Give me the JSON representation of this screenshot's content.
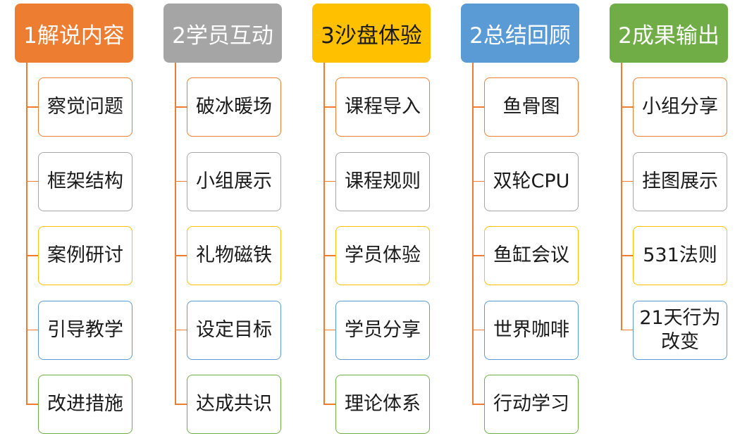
{
  "columns": [
    {
      "title": "1解说内容",
      "header_color": "#ED7D31",
      "line_color": "#ED7D31",
      "items": [
        {
          "label": "察觉问题",
          "border": "#ED7D31"
        },
        {
          "label": "框架结构",
          "border": "#A5A5A5"
        },
        {
          "label": "案例研讨",
          "border": "#FFC000"
        },
        {
          "label": "引导教学",
          "border": "#5B9BD5"
        },
        {
          "label": "改进措施",
          "border": "#70AD47"
        }
      ]
    },
    {
      "title": "2学员互动",
      "header_color": "#A5A5A5",
      "line_color": "#ED7D31",
      "items": [
        {
          "label": "破冰暖场",
          "border": "#ED7D31"
        },
        {
          "label": "小组展示",
          "border": "#A5A5A5"
        },
        {
          "label": "礼物磁铁",
          "border": "#FFC000"
        },
        {
          "label": "设定目标",
          "border": "#5B9BD5"
        },
        {
          "label": "达成共识",
          "border": "#70AD47"
        }
      ]
    },
    {
      "title": "3沙盘体验",
      "header_color": "#FFC000",
      "line_color": "#ED7D31",
      "dark_title": true,
      "items": [
        {
          "label": "课程导入",
          "border": "#ED7D31"
        },
        {
          "label": "课程规则",
          "border": "#A5A5A5"
        },
        {
          "label": "学员体验",
          "border": "#FFC000"
        },
        {
          "label": "学员分享",
          "border": "#5B9BD5"
        },
        {
          "label": "理论体系",
          "border": "#70AD47"
        }
      ]
    },
    {
      "title": "2总结回顾",
      "header_color": "#5B9BD5",
      "line_color": "#ED7D31",
      "items": [
        {
          "label": "鱼骨图",
          "border": "#ED7D31"
        },
        {
          "label": "双轮CPU",
          "border": "#A5A5A5"
        },
        {
          "label": "鱼缸会议",
          "border": "#FFC000"
        },
        {
          "label": "世界咖啡",
          "border": "#5B9BD5"
        },
        {
          "label": "行动学习",
          "border": "#70AD47"
        }
      ]
    },
    {
      "title": "2成果输出",
      "header_color": "#70AD47",
      "line_color": "#ED7D31",
      "items": [
        {
          "label": "小组分享",
          "border": "#ED7D31"
        },
        {
          "label": "挂图展示",
          "border": "#A5A5A5"
        },
        {
          "label": "531法则",
          "border": "#FFC000"
        },
        {
          "label": "21天行为改变",
          "border": "#5B9BD5"
        }
      ]
    }
  ]
}
